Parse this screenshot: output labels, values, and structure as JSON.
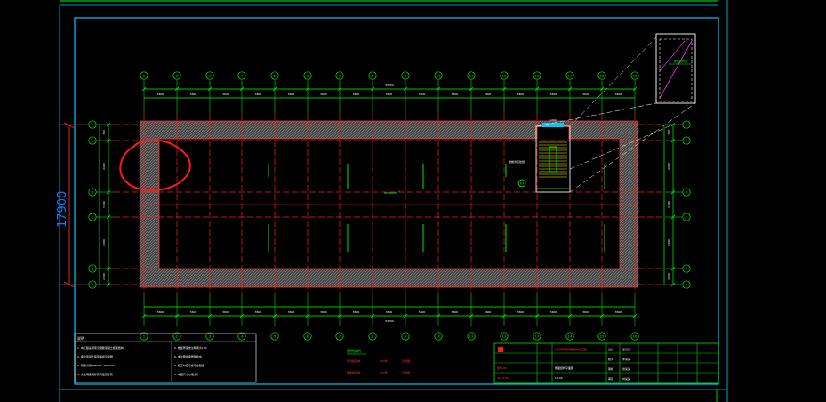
{
  "drawing": {
    "overall_height_label": "17900",
    "bottom_total_label": "52200",
    "top_total_label": "52200",
    "top_column_labels": [
      "1",
      "2",
      "3",
      "4",
      "5",
      "6",
      "7",
      "8",
      "9",
      "10",
      "11",
      "12",
      "13",
      "14",
      "15",
      "16"
    ],
    "bottom_column_labels": [
      "1",
      "2",
      "3",
      "4",
      "5",
      "6",
      "7",
      "8",
      "9",
      "10",
      "11",
      "12",
      "13",
      "14",
      "15",
      "16"
    ],
    "left_row_labels": [
      "F",
      "E",
      "D",
      "C",
      "B",
      "A"
    ],
    "right_row_labels": [
      "F",
      "E",
      "D",
      "C",
      "B",
      "A"
    ],
    "top_dims": [
      "3600",
      "3600",
      "3600",
      "3600",
      "3600",
      "3600",
      "3600",
      "3600",
      "3600",
      "3600",
      "3600",
      "3600",
      "3600",
      "3600",
      "3600"
    ],
    "bottom_dims": [
      "3600",
      "3600",
      "3600",
      "3600",
      "3600",
      "3600",
      "3600",
      "3600",
      "3600",
      "3600",
      "3600",
      "3600",
      "3600",
      "3600",
      "3600"
    ],
    "left_dims": [
      "700",
      "2400",
      "5700",
      "6300",
      "2400",
      "700"
    ],
    "right_dims": [
      "700",
      "2400",
      "5700",
      "6300",
      "2400",
      "700"
    ],
    "stair_label": "1200",
    "detail_label": "1/1",
    "center_mark": "1"
  },
  "notes": {
    "heading": "说明",
    "lines": [
      "1. 本工程采用现浇钢筋混凝土框架结构",
      "2. 梁柱混凝土强度等级见说明",
      "3. 钢筋采用HPB300, HRB400",
      "4. 未注明梁顶标高同板顶标高"
    ],
    "right_lines": [
      "5. 楼板厚度未注明者为120",
      "6. 未注明的梁居轴线中",
      "7. 施工时应与各专业配合",
      "8. 本图尺寸以毫米计"
    ]
  },
  "legend": {
    "title": "图例说明",
    "rows": [
      {
        "a": "现浇板区域",
        "b": "120厚",
        "c": "见详图"
      },
      {
        "a": "屋面板区域",
        "b": "150厚",
        "c": "见详图"
      }
    ]
  },
  "title_block": {
    "project": "某某学院教学楼结构施工图",
    "drawing_name": "屋面结构平面图",
    "scale_label": "1:100",
    "roles": [
      "设计",
      "校对",
      "审核",
      "审定"
    ],
    "names": [
      "王某某",
      "李某某",
      "张某某",
      "刘某某"
    ],
    "sheet_no": "结施-08",
    "date": "2019.05"
  },
  "colors": {
    "background": "#000000",
    "frame": "#00c8ff",
    "axis": "#00ff00",
    "beam": "#ff1010",
    "annotation": "#ffffff",
    "frame_green": "#00ff00"
  }
}
